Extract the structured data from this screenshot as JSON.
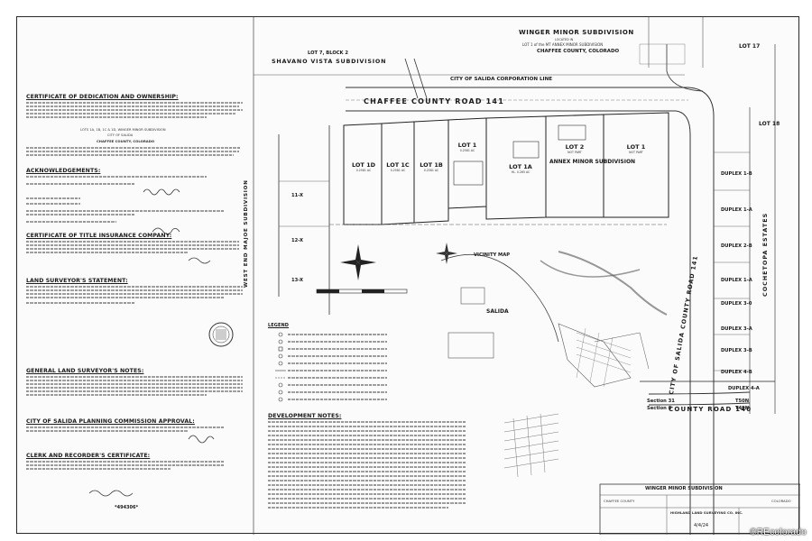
{
  "title_block": {
    "title": "WINGER MINOR SUBDIVISION",
    "line1": "LOCATED IN",
    "line2": "LOT 1 of the MT ANNEX MINOR SUBDIVISION",
    "line3": "CHAFFEE COUNTY, COLORADO"
  },
  "top_labels": {
    "lot7": "LOT 7, BLOCK 2",
    "shavano": "SHAVANO VISTA SUBDIVISION",
    "corp_line": "CITY OF SALIDA CORPORATION LINE",
    "road_141": "CHAFFEE COUNTY ROAD 141",
    "lot17": "LOT 17",
    "lot18": "LOT 18"
  },
  "lots": [
    {
      "num": "LOT 1D",
      "sub": "0.2581 AC"
    },
    {
      "num": "LOT 1C",
      "sub": "0.2581 AC"
    },
    {
      "num": "LOT 1B",
      "sub": "0.2581 AC"
    },
    {
      "num": "LOT 1",
      "sub": "0.2581 AC"
    },
    {
      "num": "LOT 1A",
      "sub": "HL. 0.265 AC"
    },
    {
      "num": "LOT 2",
      "sub": "NOT PART"
    },
    {
      "num": "LOT 1",
      "sub": "NOT PART"
    }
  ],
  "annex_label": "ANNEX MINOR SUBDIVISION",
  "west_end": "WEST END MAJOE SUBDIVISION",
  "county_road_141_side": "CITY OF SALIDA COUNTY ROAD 141",
  "county_road_140": "COUNTY ROAD 140",
  "cochetopa": "COCHETOPA ESTATES",
  "duplex": [
    "DUPLEX 1-B",
    "DUPLEX 1-A",
    "DUPLEX 2-B",
    "DUPLEX 1-A",
    "DUPLEX 3-0",
    "DUPLEX 3-A",
    "DUPLEX 3-B",
    "DUPLEX 4-B",
    "DUPLEX 4-A"
  ],
  "side_lot_labels": [
    "11-X",
    "12-X",
    "13-X"
  ],
  "vicinity_map": "VICINITY MAP",
  "salida": "SALIDA",
  "section": {
    "s31": "Section 31",
    "s6": "Section 6",
    "t50n": "T50N",
    "t49n": "T49N"
  },
  "left_headings": {
    "dedication": "CERTIFICATE OF DEDICATION AND OWNERSHIP:",
    "acknowledgements": "ACKNOWLEDGEMENTS:",
    "title_insurance": "CERTIFICATE OF TITLE INSURANCE COMPANY:",
    "surveyor": "LAND SURVEYOR'S STATEMENT:",
    "general_notes": "GENERAL LAND SURVEYOR'S NOTES:",
    "planning": "CITY OF SALIDA PLANNING COMMISSION APPROVAL:",
    "clerk": "CLERK AND RECORDER'S CERTIFICATE:"
  },
  "dedication_sub": [
    "LOTS 1A, 1B, 1C & 1D, WINGER MINOR SUBDIVISION",
    "CITY OF SALIDA",
    "CHAFFEE COUNTY, COLORADO"
  ],
  "reception_no": "*494306*",
  "notes_heading": "DEVELOPMENT NOTES:",
  "legend_heading": "LEGEND",
  "bottom_title": {
    "name": "WINGER MINOR SUBDIVISION",
    "county": "CHAFFEE COUNTY",
    "state": "COLORADO",
    "firm": "HIGHLAND LAND SURVEYING CO. INC.",
    "date": "4/4/24"
  },
  "watermark": "REcolorado",
  "colors": {
    "ink": "#1a1a1a",
    "paper": "#fbfbfb",
    "border": "#2a2a2a"
  }
}
